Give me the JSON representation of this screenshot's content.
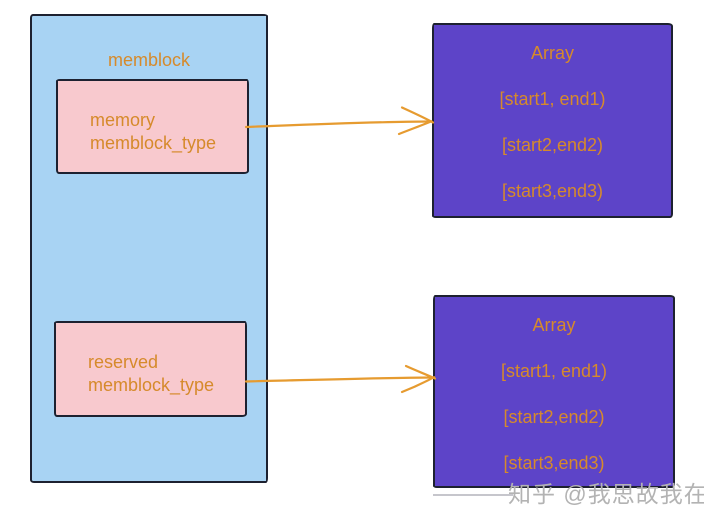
{
  "memblock": {
    "title": "memblock",
    "memory_box": {
      "line1": "memory",
      "line2": "memblock_type"
    },
    "reserved_box": {
      "line1": "reserved",
      "line2": "memblock_type"
    }
  },
  "arrays": [
    {
      "title": "Array",
      "entries": [
        "[start1, end1)",
        "[start2,end2)",
        "[start3,end3)"
      ]
    },
    {
      "title": "Array",
      "entries": [
        "[start1, end1)",
        "[start2,end2)",
        "[start3,end3)"
      ]
    }
  ],
  "watermark": {
    "text": "知乎 @我思故我在"
  },
  "colors": {
    "background": "#ffffff",
    "memblock_fill": "#a8d3f3",
    "inner_fill": "#f8c9ce",
    "array_fill": "#5d44c8",
    "label_orange": "#d68a2b",
    "arrow_orange": "#e69b30",
    "border_dark": "#1d2130",
    "watermark_gray": "#b3b3b3"
  }
}
